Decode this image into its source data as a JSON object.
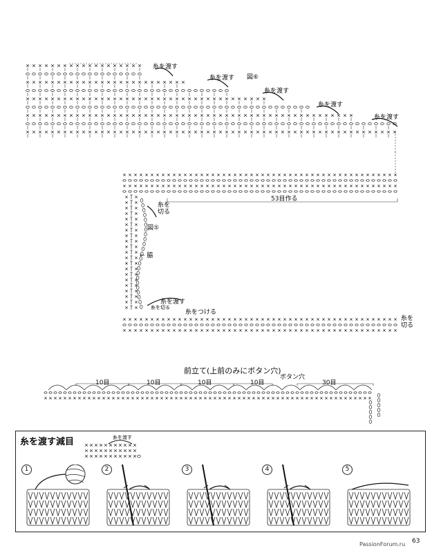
{
  "top_diagram": {
    "labels": {
      "pass_yarn_1": "糸を渡す",
      "pass_yarn_2": "糸を渡す",
      "pass_yarn_3": "糸を渡す",
      "pass_yarn_4": "糸を渡す",
      "pass_yarn_5": "糸を渡す",
      "figure6": "図⑥"
    }
  },
  "middle_diagram": {
    "labels": {
      "chain_count": "53目作る",
      "cut_yarn_top": "糸を\n切る",
      "figure5": "図⑤",
      "side": "← 脇",
      "pass_yarn": "糸を渡す",
      "cut_left": "糸を切る",
      "attach_yarn": "糸をつける",
      "cut_yarn_bottom": "糸を\n切る"
    }
  },
  "front_band": {
    "title": "前立て(上前のみにボタン穴)",
    "button_hole": "ボタン穴",
    "counts": [
      "10目",
      "10目",
      "10目",
      "10目",
      "30目"
    ]
  },
  "decrease_panel": {
    "title": "糸を渡す減目",
    "mini_label": "糸を渡す",
    "steps": [
      "1",
      "2",
      "3",
      "4",
      "5"
    ]
  },
  "page_number": "63",
  "watermark": "PassionForum.ru"
}
